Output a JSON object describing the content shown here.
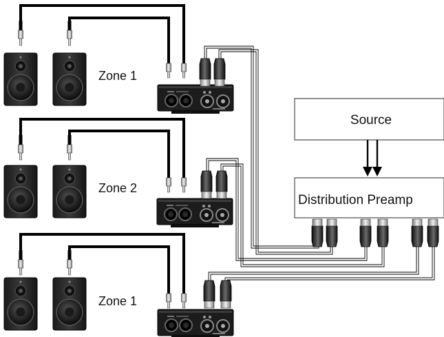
{
  "zones": [
    {
      "label": "Zone 1"
    },
    {
      "label": "Zone 2"
    },
    {
      "label": "Zone 1"
    }
  ],
  "source": {
    "label": "Source"
  },
  "preamp": {
    "label": "Distribution Preamp"
  },
  "colors": {
    "line": "#000000",
    "box_stroke": "#4a4a4a",
    "speaker_body": "#2a2a2a",
    "amp_body": "#1c1c1c",
    "plug_chrome": "#c8c8c8"
  }
}
